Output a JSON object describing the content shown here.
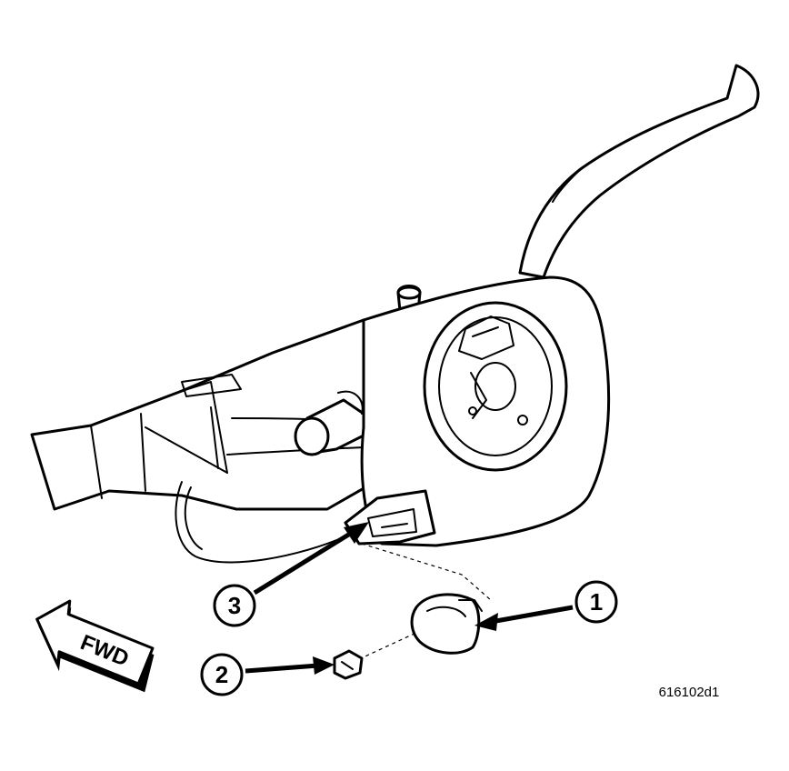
{
  "figure": {
    "id": "616102d1",
    "direction_label": "FWD",
    "callouts": [
      {
        "number": "1"
      },
      {
        "number": "2"
      },
      {
        "number": "3"
      }
    ]
  }
}
